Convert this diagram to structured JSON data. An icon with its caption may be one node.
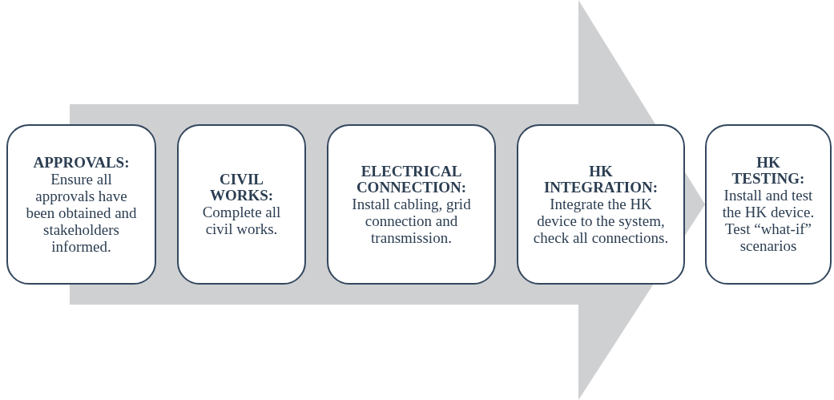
{
  "diagram": {
    "nodes": [
      {
        "text": [
          "**APPROVALS**:",
          "Ensure all approvals have been obtained and stakeholders informed."
        ]
      },
      {
        "text": [
          "CIVIL WORKS:",
          "Complete all civil works."
        ]
      },
      {
        "text": [
          "ELECTRICAL CONNECTION:",
          "Install cabling, grid connection and transmission."
        ]
      },
      {
        "text": [
          "HK INTEGRATION:",
          "Integrate the HK device to the system, check all connections."
        ]
      },
      {
        "text": [
          "HK TESTING:",
          "Install and test the HK device. Test “what-if” scenarios"
        ]
      }
    ],
    "edges": [
      {
        "from": 0,
        "to": 4,
        "arrow": "to"
      }
    ]
  }
}
